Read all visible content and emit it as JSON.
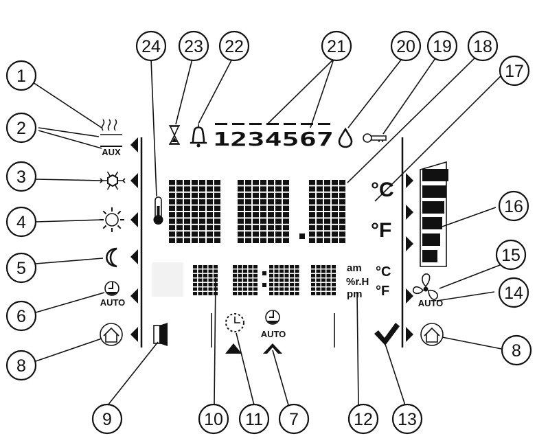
{
  "callouts": [
    {
      "id": "1",
      "label": "1"
    },
    {
      "id": "2",
      "label": "2"
    },
    {
      "id": "3",
      "label": "3"
    },
    {
      "id": "4",
      "label": "4"
    },
    {
      "id": "5",
      "label": "5"
    },
    {
      "id": "6",
      "label": "6"
    },
    {
      "id": "8l",
      "label": "8"
    },
    {
      "id": "9",
      "label": "9"
    },
    {
      "id": "10",
      "label": "10"
    },
    {
      "id": "11",
      "label": "11"
    },
    {
      "id": "7",
      "label": "7"
    },
    {
      "id": "12",
      "label": "12"
    },
    {
      "id": "13",
      "label": "13"
    },
    {
      "id": "8r",
      "label": "8"
    },
    {
      "id": "14",
      "label": "14"
    },
    {
      "id": "15",
      "label": "15"
    },
    {
      "id": "16",
      "label": "16"
    },
    {
      "id": "17",
      "label": "17"
    },
    {
      "id": "18",
      "label": "18"
    },
    {
      "id": "19",
      "label": "19"
    },
    {
      "id": "20",
      "label": "20"
    },
    {
      "id": "21",
      "label": "21"
    },
    {
      "id": "22",
      "label": "22"
    },
    {
      "id": "23",
      "label": "23"
    },
    {
      "id": "24",
      "label": "24"
    }
  ],
  "labels": {
    "aux": "AUX",
    "auto_left": "AUTO",
    "auto_bottom": "AUTO",
    "auto_fan": "AUTO",
    "deg_c_big": "°C",
    "deg_f_big": "°F",
    "deg_c_small": "°C",
    "deg_f_small": "°F",
    "am": "am",
    "rh": "%r.H",
    "pm": "pm",
    "days": "1234567"
  },
  "icons": {
    "heat": "heat-waves-icon",
    "cool": "snowflake-icon",
    "comfort": "sun-icon",
    "eco": "moon-icon",
    "auto_mode": "clock-auto-icon",
    "home": "home-icon",
    "door": "door-exit-icon",
    "timer": "hourglass-icon",
    "alarm": "bell-icon",
    "humidity": "droplet-icon",
    "lock": "key-icon",
    "thermometer": "thermometer-icon",
    "fan": "fan-icon",
    "check": "checkmark-icon",
    "time_prog": "clock-burst-icon"
  }
}
